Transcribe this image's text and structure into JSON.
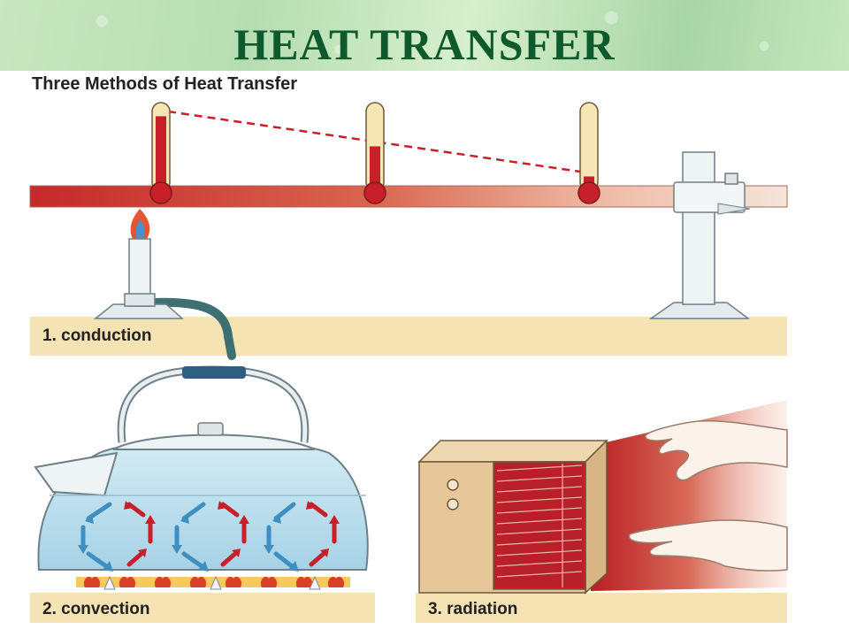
{
  "page_title": "HEAT TRANSFER",
  "subtitle": "Three Methods of Heat Transfer",
  "panels": {
    "conduction": {
      "label": "1.  conduction"
    },
    "convection": {
      "label": "2.  convection"
    },
    "radiation": {
      "label": "3.  radiation"
    }
  },
  "thermometers": [
    {
      "name": "near-flame",
      "fill_fraction": 0.92
    },
    {
      "name": "middle",
      "fill_fraction": 0.55
    },
    {
      "name": "far-end",
      "fill_fraction": 0.18
    }
  ],
  "colors": {
    "title": "#0e5a2c",
    "ground": "#f6e3b4",
    "hot": "#c8202a",
    "cool": "#3f8fc0",
    "heater": "#e7c79a"
  }
}
